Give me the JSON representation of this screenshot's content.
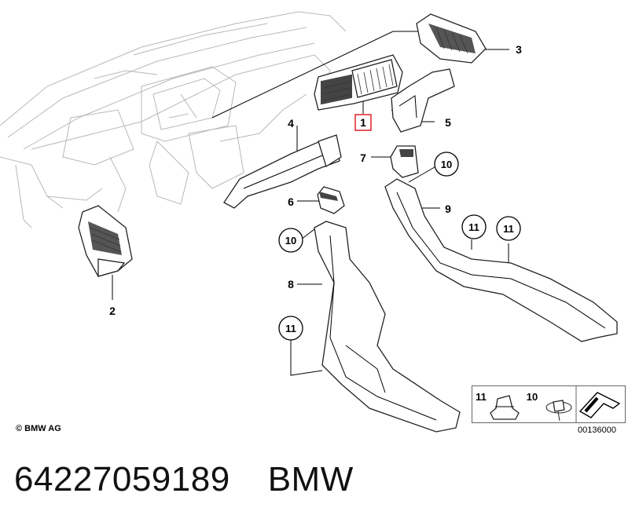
{
  "callouts": {
    "c1": "1",
    "c2": "2",
    "c3": "3",
    "c4": "4",
    "c5": "5",
    "c6": "6",
    "c7": "7",
    "c8": "8",
    "c9": "9",
    "c10a": "10",
    "c10b": "10",
    "c11a": "11",
    "c11b": "11",
    "c11c": "11"
  },
  "legend": {
    "item11": "11",
    "item10": "10"
  },
  "copyright": "© BMW AG",
  "diagram_ref": "00136000",
  "footer": {
    "part_number": "64227059189",
    "brand": "BMW"
  },
  "colors": {
    "highlight": "#e0202a",
    "outline": "#222222",
    "dashboard": "#bdbdbd"
  }
}
